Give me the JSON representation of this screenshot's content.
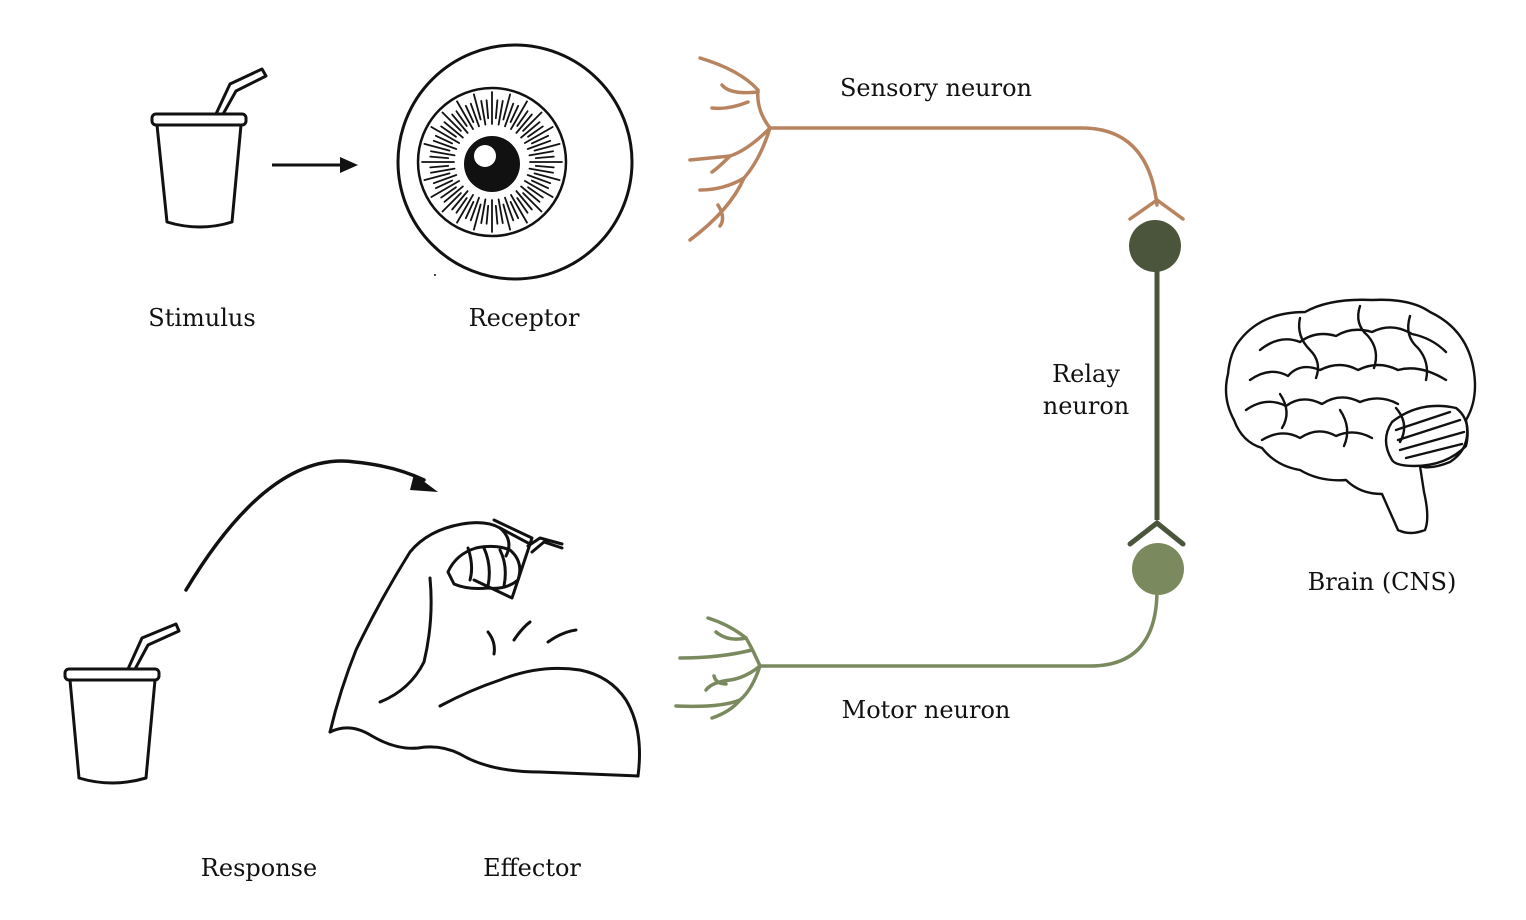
{
  "labels": {
    "stimulus": "Stimulus",
    "receptor": "Receptor",
    "sensory_neuron": "Sensory neuron",
    "relay_neuron_line1": "Relay",
    "relay_neuron_line2": "neuron",
    "brain": "Brain (CNS)",
    "motor_neuron": "Motor neuron",
    "response": "Response",
    "effector": "Effector"
  },
  "colors": {
    "sensory": "#b88460",
    "relay": "#4b553b",
    "motor": "#7a8a5e",
    "ink": "#111111"
  },
  "icons": [
    "cup-icon",
    "eye-icon",
    "brain-icon",
    "flexed-arm-icon",
    "arrow-icon"
  ]
}
